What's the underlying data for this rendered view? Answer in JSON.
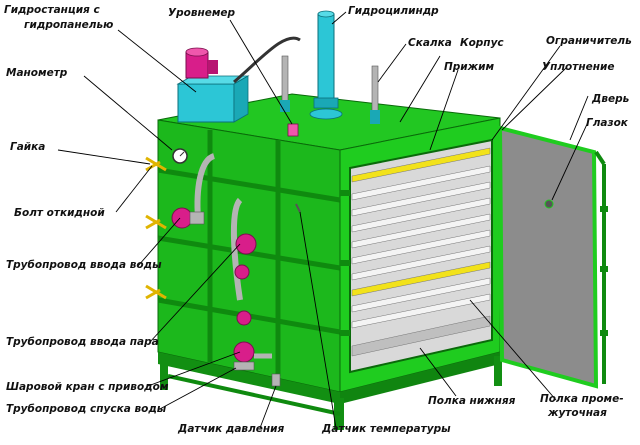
{
  "labels": {
    "hydrostation_line1": "Гидростанция с",
    "hydrostation_line2": "гидропанелью",
    "level_gauge": "Уровнемер",
    "hydrocylinder": "Гидроцилиндр",
    "rolling_pin": "Скалка",
    "body": "Корпус",
    "limiter": "Ограничитель",
    "press": "Прижим",
    "seal": "Уплотнение",
    "manometer": "Манометр",
    "door": "Дверь",
    "peephole": "Глазок",
    "nut": "Гайка",
    "hinged_bolt": "Болт откидной",
    "water_inlet_pipe": "Трубопровод ввода воды",
    "steam_inlet_pipe": "Трубопровод ввода пара",
    "ball_valve": "Шаровой кран с приводом",
    "water_drain_pipe": "Трубопровод спуска воды",
    "pressure_sensor": "Датчик давления",
    "temperature_sensor": "Датчик температуры",
    "bottom_shelf": "Полка нижняя",
    "mid_shelf_line1": "Полка проме-",
    "mid_shelf_line2": "жуточная"
  },
  "colors": {
    "frame_green": "#1fcc1f",
    "frame_dark": "#0f8a0f",
    "hydraulic_cyan": "#2cc6d6",
    "motor_magenta": "#d81e8a",
    "shelf_white": "#f4f4f4",
    "shelf_yellow": "#f2e21a",
    "door_grey": "#8c8c8c",
    "pipe_grey": "#b4b4b4"
  }
}
